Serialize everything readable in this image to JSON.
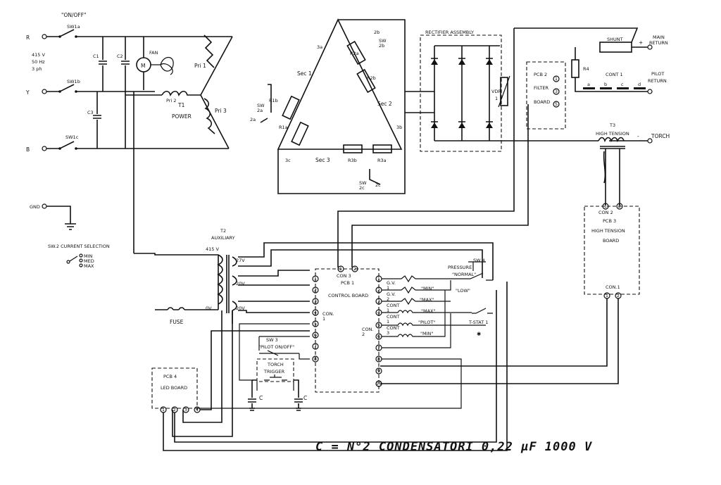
{
  "labels": {
    "onoff": "\"ON/OFF\"",
    "sw1a": "SW1a",
    "sw1b": "SW1b",
    "sw1c": "SW1c",
    "R": "R",
    "Y": "Y",
    "B": "B",
    "supply1": "415 V",
    "supply2": "50 Hz",
    "supply3": "3 ph",
    "C1": "C1",
    "C2": "C2",
    "C3": "C3",
    "fan": "FAN",
    "M": "M",
    "pri1": "Pri 1",
    "pri2": "Pri 2",
    "pri3": "Pri 3",
    "T1": "T1",
    "power": "POWER",
    "sec1": "Sec 1",
    "sec2": "Sec 2",
    "sec3": "Sec 3",
    "3a": "3a",
    "3b": "3b",
    "3c": "3c",
    "2a": "2a",
    "2b": "2b",
    "2c": "2c",
    "sw2a": "SW\n2a",
    "sw2b": "SW\n2b",
    "sw2c": "SW\n2c",
    "R1a": "R1a",
    "R1b": "R1b",
    "R2a": "R2a",
    "R2b": "R2b",
    "R3a": "R3a",
    "R3b": "R3b",
    "rectifier": "RECTIFIER ASSEMBLY",
    "vdr": "VDR",
    "vdr1": "1",
    "shunt": "SHUNT",
    "main_return1": "MAIN",
    "main_return2": "RETURN",
    "plus": "+",
    "R4": "R4",
    "pcb2a": "PCB 2",
    "pcb2b": "FILTER",
    "pcb2c": "BOARD",
    "cont1": "CONT 1",
    "ca": "a",
    "cb": "b",
    "cc": "c",
    "cd": "d",
    "pilot_return1": "PILOT",
    "pilot_return2": "RETURN",
    "T3": "T3",
    "high_tension": "HIGH TENSION",
    "minus": "-",
    "torch": "TORCH",
    "gnd": "GND",
    "sw2sel": "SW.2   CURRENT  SELECTION",
    "min": "MIN",
    "med": "MED",
    "max": "MAX",
    "T2": "T2",
    "auxiliary": "AUXILIARY",
    "v415": "415 V",
    "v27": "27V",
    "v20": "20V",
    "v0": "0V",
    "v20b": "20V",
    "fuse": "FUSE",
    "con3": "CON 3",
    "pcb1": "PCB 1",
    "control_board": "CONTROL BOARD",
    "con1": "CON.\n1",
    "con2": "CON.\n2",
    "sw3": "SW 3",
    "pilot_onoff": "\"PILOT ON/OFF\"",
    "torch_trigger1": "TORCH",
    "torch_trigger2": "TRIGGER",
    "c_left": "C",
    "c_right": "C",
    "pcb4a": "PCB 4",
    "pcb4b": "LED BOARD",
    "pressure": "PRESSURE",
    "sw4": "SW 4",
    "normal": "\"NORMAL\"",
    "low": "\"LOW\"",
    "tstat": "T-STAT 1",
    "gv1": "G.V.\n1",
    "gv2": "G.V.\n2",
    "q_min": "\"MIN\"",
    "q_max": "\"MAX\"",
    "q_max2": "\"MAX\"",
    "q_pilot": "\"PILOT\"",
    "q_min2": "\"MIN\"",
    "cont_1": "CONT\n1",
    "cont_2": "CONT\n1",
    "cont_3": "CONT\n3",
    "con2_pcb3": "CON 2",
    "pcb3": "PCB 3",
    "ht_board1": "HIGH TENSION",
    "ht_board2": "BOARD",
    "con1_pcb3": "CON.1",
    "note": "C = N°2 CONDENSATORI 0,22 µF 1000 V"
  }
}
